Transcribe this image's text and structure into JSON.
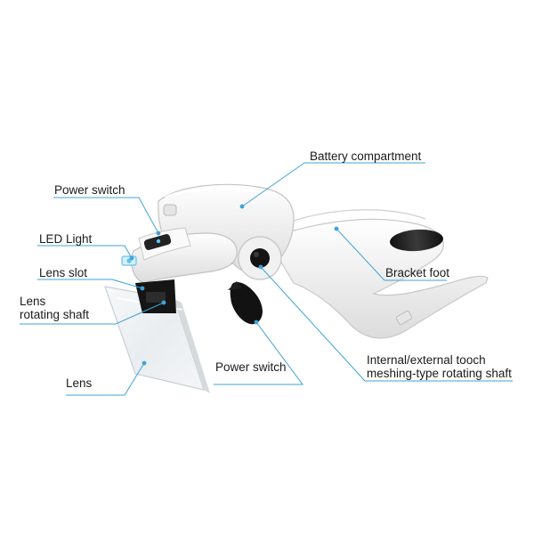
{
  "labels": {
    "battery_compartment": "Battery compartment",
    "power_switch_top": "Power switch",
    "led_light": "LED Light",
    "lens_slot": "Lens slot",
    "lens_rotating_shaft_line1": "Lens",
    "lens_rotating_shaft_line2": "rotating shaft",
    "bracket_foot": "Bracket foot",
    "power_switch_bottom": "Power switch",
    "internal_shaft_line1": "Internal/external tooch",
    "internal_shaft_line2": "meshing-type rotating shaft",
    "lens": "Lens"
  },
  "colors": {
    "leader_line": "#3fa3d8",
    "device_body": "#f4f4f4",
    "device_shadow": "#d6d6d6",
    "device_dark": "#1c1c1c",
    "led_blue": "#5fc3f0",
    "lens_glass": "#eef1f3"
  }
}
